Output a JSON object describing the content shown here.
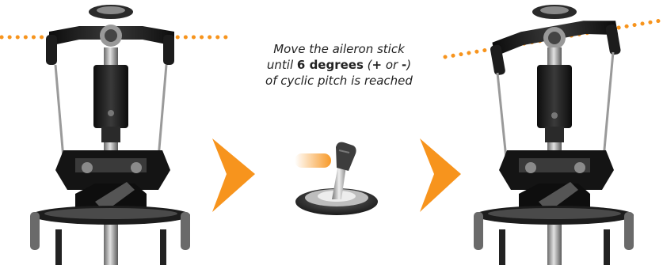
{
  "caption": {
    "line1": "Move the aileron stick",
    "line2_prefix": "until ",
    "line2_bold": "6 degrees",
    "line2_suffix": " (",
    "line2_plus": "+",
    "line2_or": " or ",
    "line2_minus": "-",
    "line2_close": ")",
    "line3": "of cyclic pitch is reached"
  },
  "colors": {
    "accent": "#f7941d",
    "dotted_line": "#f7941d",
    "metal_dark": "#1a1a1a",
    "metal_mid": "#6e6e6e",
    "metal_light": "#c8c8c8"
  },
  "icons": {
    "left_heli": "rotor-head-level-icon",
    "right_heli": "rotor-head-tilted-icon",
    "stick": "aileron-stick-icon"
  }
}
